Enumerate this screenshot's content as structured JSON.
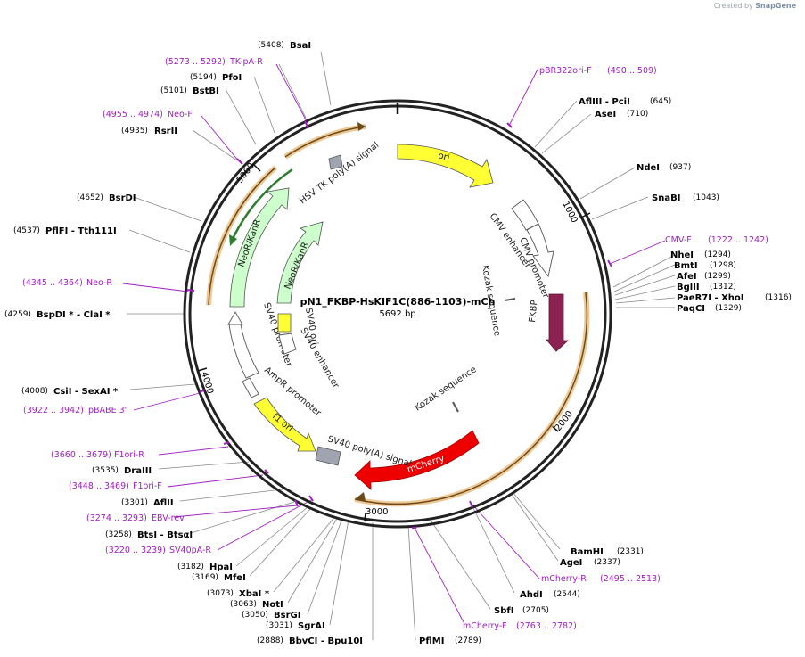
{
  "brand": {
    "created_by": "Created by",
    "app": "SnapGene"
  },
  "plasmid": {
    "name": "pN1_FKBP-HsKIF1C(886-1103)-mCh",
    "size_label": "5692 bp"
  },
  "ticks": [
    "1000",
    "2000",
    "3000",
    "4000",
    "5000"
  ],
  "sites": [
    {
      "name": "BsaI",
      "pos": "(5408)"
    },
    {
      "name": "PfoI",
      "pos": "(5194)"
    },
    {
      "name": "BstBI",
      "pos": "(5101)"
    },
    {
      "name": "RsrII",
      "pos": "(4935)"
    },
    {
      "name": "BsrDI",
      "pos": "(4652)"
    },
    {
      "name": "PflFI - Tth111I",
      "pos": "(4537)"
    },
    {
      "name": "BspDI * - ClaI *",
      "pos": "(4259)"
    },
    {
      "name": "CsiI - SexAI *",
      "pos": "(4008)"
    },
    {
      "name": "DraIII",
      "pos": "(3535)"
    },
    {
      "name": "AflII",
      "pos": "(3301)"
    },
    {
      "name": "BtsI - BtsαI",
      "pos": "(3258)"
    },
    {
      "name": "HpaI",
      "pos": "(3182)"
    },
    {
      "name": "MfeI",
      "pos": "(3169)"
    },
    {
      "name": "XbaI *",
      "pos": "(3073)"
    },
    {
      "name": "NotI",
      "pos": "(3063)"
    },
    {
      "name": "BsrGI",
      "pos": "(3050)"
    },
    {
      "name": "SgrAI",
      "pos": "(3031)"
    },
    {
      "name": "BbvCI - Bpu10I",
      "pos": "(2888)"
    },
    {
      "name": "PflMI",
      "pos": "(2789)"
    },
    {
      "name": "SbfI",
      "pos": "(2705)"
    },
    {
      "name": "AhdI",
      "pos": "(2544)"
    },
    {
      "name": "AgeI",
      "pos": "(2337)"
    },
    {
      "name": "BamHI",
      "pos": "(2331)"
    },
    {
      "name": "PaqCI",
      "pos": "(1329)"
    },
    {
      "name": "PaeR7I - XhoI",
      "pos": "(1316)"
    },
    {
      "name": "BglII",
      "pos": "(1312)"
    },
    {
      "name": "AfeI",
      "pos": "(1299)"
    },
    {
      "name": "BmtI",
      "pos": "(1298)"
    },
    {
      "name": "NheI",
      "pos": "(1294)"
    },
    {
      "name": "SnaBI",
      "pos": "(1043)"
    },
    {
      "name": "NdeI",
      "pos": "(937)"
    },
    {
      "name": "AseI",
      "pos": "(710)"
    },
    {
      "name": "AflIII - PciI",
      "pos": "(645)"
    }
  ],
  "primers": [
    {
      "name": "TK-pA-R",
      "pos": "(5273 .. 5292)"
    },
    {
      "name": "Neo-F",
      "pos": "(4955 .. 4974)"
    },
    {
      "name": "Neo-R",
      "pos": "(4345 .. 4364)"
    },
    {
      "name": "pBABE 3'",
      "pos": "(3922 .. 3942)"
    },
    {
      "name": "F1ori-R",
      "pos": "(3660 .. 3679)"
    },
    {
      "name": "F1ori-F",
      "pos": "(3448 .. 3469)"
    },
    {
      "name": "EBV-rev",
      "pos": "(3274 .. 3293)"
    },
    {
      "name": "SV40pA-R",
      "pos": "(3220 .. 3239)"
    },
    {
      "name": "mCherry-F",
      "pos": "(2763 .. 2782)"
    },
    {
      "name": "mCherry-R",
      "pos": "(2495 .. 2513)"
    },
    {
      "name": "CMV-F",
      "pos": "(1222 .. 1242)"
    },
    {
      "name": "pBR322ori-F",
      "pos": "(490 .. 509)"
    }
  ],
  "features": {
    "ori": "ori",
    "cmv_enhancer": "CMV enhancer",
    "cmv_promoter": "CMV promoter",
    "kozak_1": "Kozak sequence",
    "fkbp": "FKBP",
    "kozak_2": "Kozak sequence",
    "mcherry": "mCherry",
    "sv40_polya": "SV40 poly(A) signal",
    "f1_ori": "f1 ori",
    "ampr_promoter": "AmpR promoter",
    "sv40_promoter": "SV40 promoter",
    "sv40_enhancer": "SV40 enhancer",
    "sv40_ori": "SV40 ori",
    "neo_kan_inner": "NeoR/KanR",
    "neo_kan_outer": "NeoR/KanR",
    "hsv_tk_polya": "HSV TK poly(A) signal"
  },
  "colors": {
    "backbone": "#222222",
    "primer": "#a020c0",
    "ori": "#ffff33",
    "promoter_outline": "#555555",
    "fkbp": "#8b2252",
    "mcherry": "#ee0000",
    "neo": "#ccffcc",
    "polya": "#a0a4b0",
    "orf_track": "#e8b066"
  }
}
